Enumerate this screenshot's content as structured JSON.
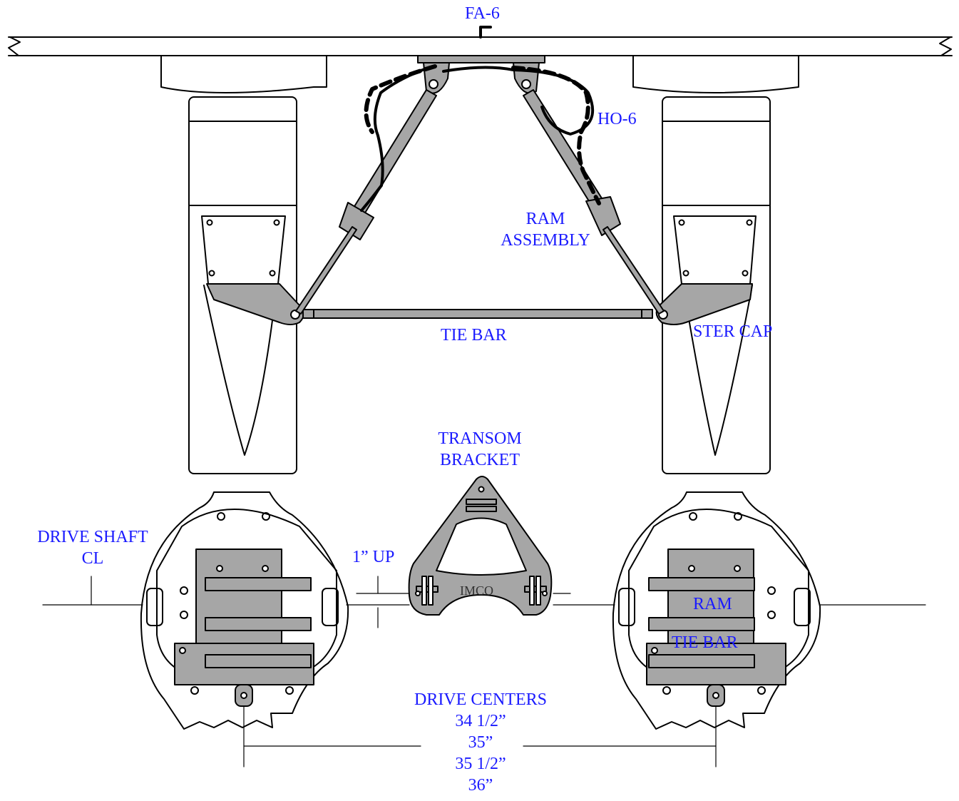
{
  "labels": {
    "fa6": "FA-6",
    "ho6": "HO-6",
    "ram_assembly": [
      "RAM",
      "ASSEMBLY"
    ],
    "tie_bar_top": "TIE BAR",
    "steer_cap": "STER CAP",
    "transom_bracket": [
      "TRANSOM",
      "BRACKET"
    ],
    "drive_shaft_cl": [
      "DRIVE SHAFT",
      "CL"
    ],
    "one_inch_up": "1” UP",
    "ram_right": "RAM",
    "tie_bar_right": "TIE BAR",
    "drive_centers": [
      "DRIVE CENTERS",
      "34 1/2”",
      "35”",
      "35 1/2”",
      "36”"
    ],
    "imco": "IMCO"
  },
  "colors": {
    "label_blue": "#1a1aff",
    "part_gray": "#a6a6a6",
    "outline": "#000000"
  }
}
